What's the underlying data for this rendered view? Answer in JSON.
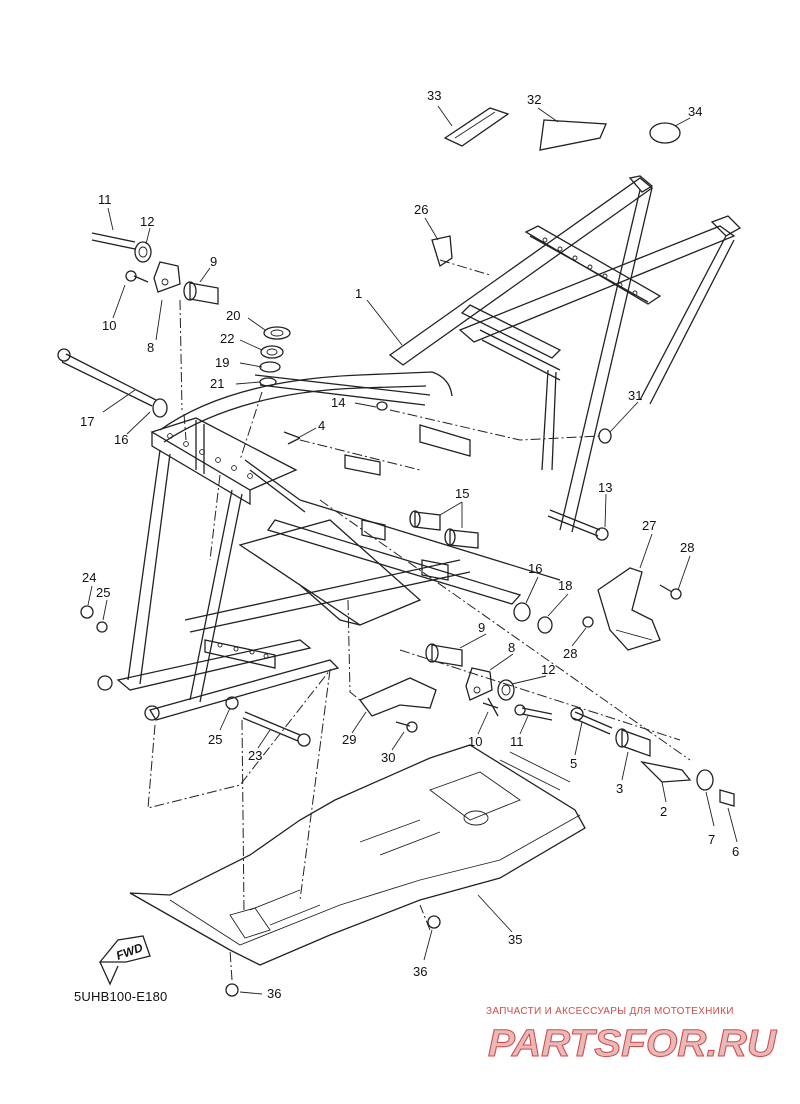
{
  "diagram": {
    "drawing_code": "5UHB100-E180",
    "fwd_label": "FWD",
    "callouts": [
      {
        "id": "c33",
        "label": "33"
      },
      {
        "id": "c32",
        "label": "32"
      },
      {
        "id": "c34",
        "label": "34"
      },
      {
        "id": "c11a",
        "label": "11"
      },
      {
        "id": "c12a",
        "label": "12"
      },
      {
        "id": "c9a",
        "label": "9"
      },
      {
        "id": "c10a",
        "label": "10"
      },
      {
        "id": "c8a",
        "label": "8"
      },
      {
        "id": "c26",
        "label": "26"
      },
      {
        "id": "c1",
        "label": "1"
      },
      {
        "id": "c20",
        "label": "20"
      },
      {
        "id": "c22",
        "label": "22"
      },
      {
        "id": "c19",
        "label": "19"
      },
      {
        "id": "c21",
        "label": "21"
      },
      {
        "id": "c17",
        "label": "17"
      },
      {
        "id": "c16a",
        "label": "16"
      },
      {
        "id": "c14",
        "label": "14"
      },
      {
        "id": "c4",
        "label": "4"
      },
      {
        "id": "c31",
        "label": "31"
      },
      {
        "id": "c15",
        "label": "15"
      },
      {
        "id": "c13",
        "label": "13"
      },
      {
        "id": "c27",
        "label": "27"
      },
      {
        "id": "c28a",
        "label": "28"
      },
      {
        "id": "c24",
        "label": "24"
      },
      {
        "id": "c25a",
        "label": "25"
      },
      {
        "id": "c16b",
        "label": "16"
      },
      {
        "id": "c18",
        "label": "18"
      },
      {
        "id": "c28b",
        "label": "28"
      },
      {
        "id": "c9b",
        "label": "9"
      },
      {
        "id": "c8b",
        "label": "8"
      },
      {
        "id": "c12b",
        "label": "12"
      },
      {
        "id": "c25b",
        "label": "25"
      },
      {
        "id": "c23",
        "label": "23"
      },
      {
        "id": "c29",
        "label": "29"
      },
      {
        "id": "c30",
        "label": "30"
      },
      {
        "id": "c10b",
        "label": "10"
      },
      {
        "id": "c11b",
        "label": "11"
      },
      {
        "id": "c5",
        "label": "5"
      },
      {
        "id": "c3",
        "label": "3"
      },
      {
        "id": "c2",
        "label": "2"
      },
      {
        "id": "c7",
        "label": "7"
      },
      {
        "id": "c6",
        "label": "6"
      },
      {
        "id": "c35",
        "label": "35"
      },
      {
        "id": "c36a",
        "label": "36"
      },
      {
        "id": "c36b",
        "label": "36"
      }
    ]
  },
  "watermark": {
    "caption": "ЗАПЧАСТИ И АКСЕССУАРЫ ДЛЯ МОТОТЕХНИКИ",
    "logo_text": "PARTSFOR.RU",
    "color": "#d14a4a"
  }
}
